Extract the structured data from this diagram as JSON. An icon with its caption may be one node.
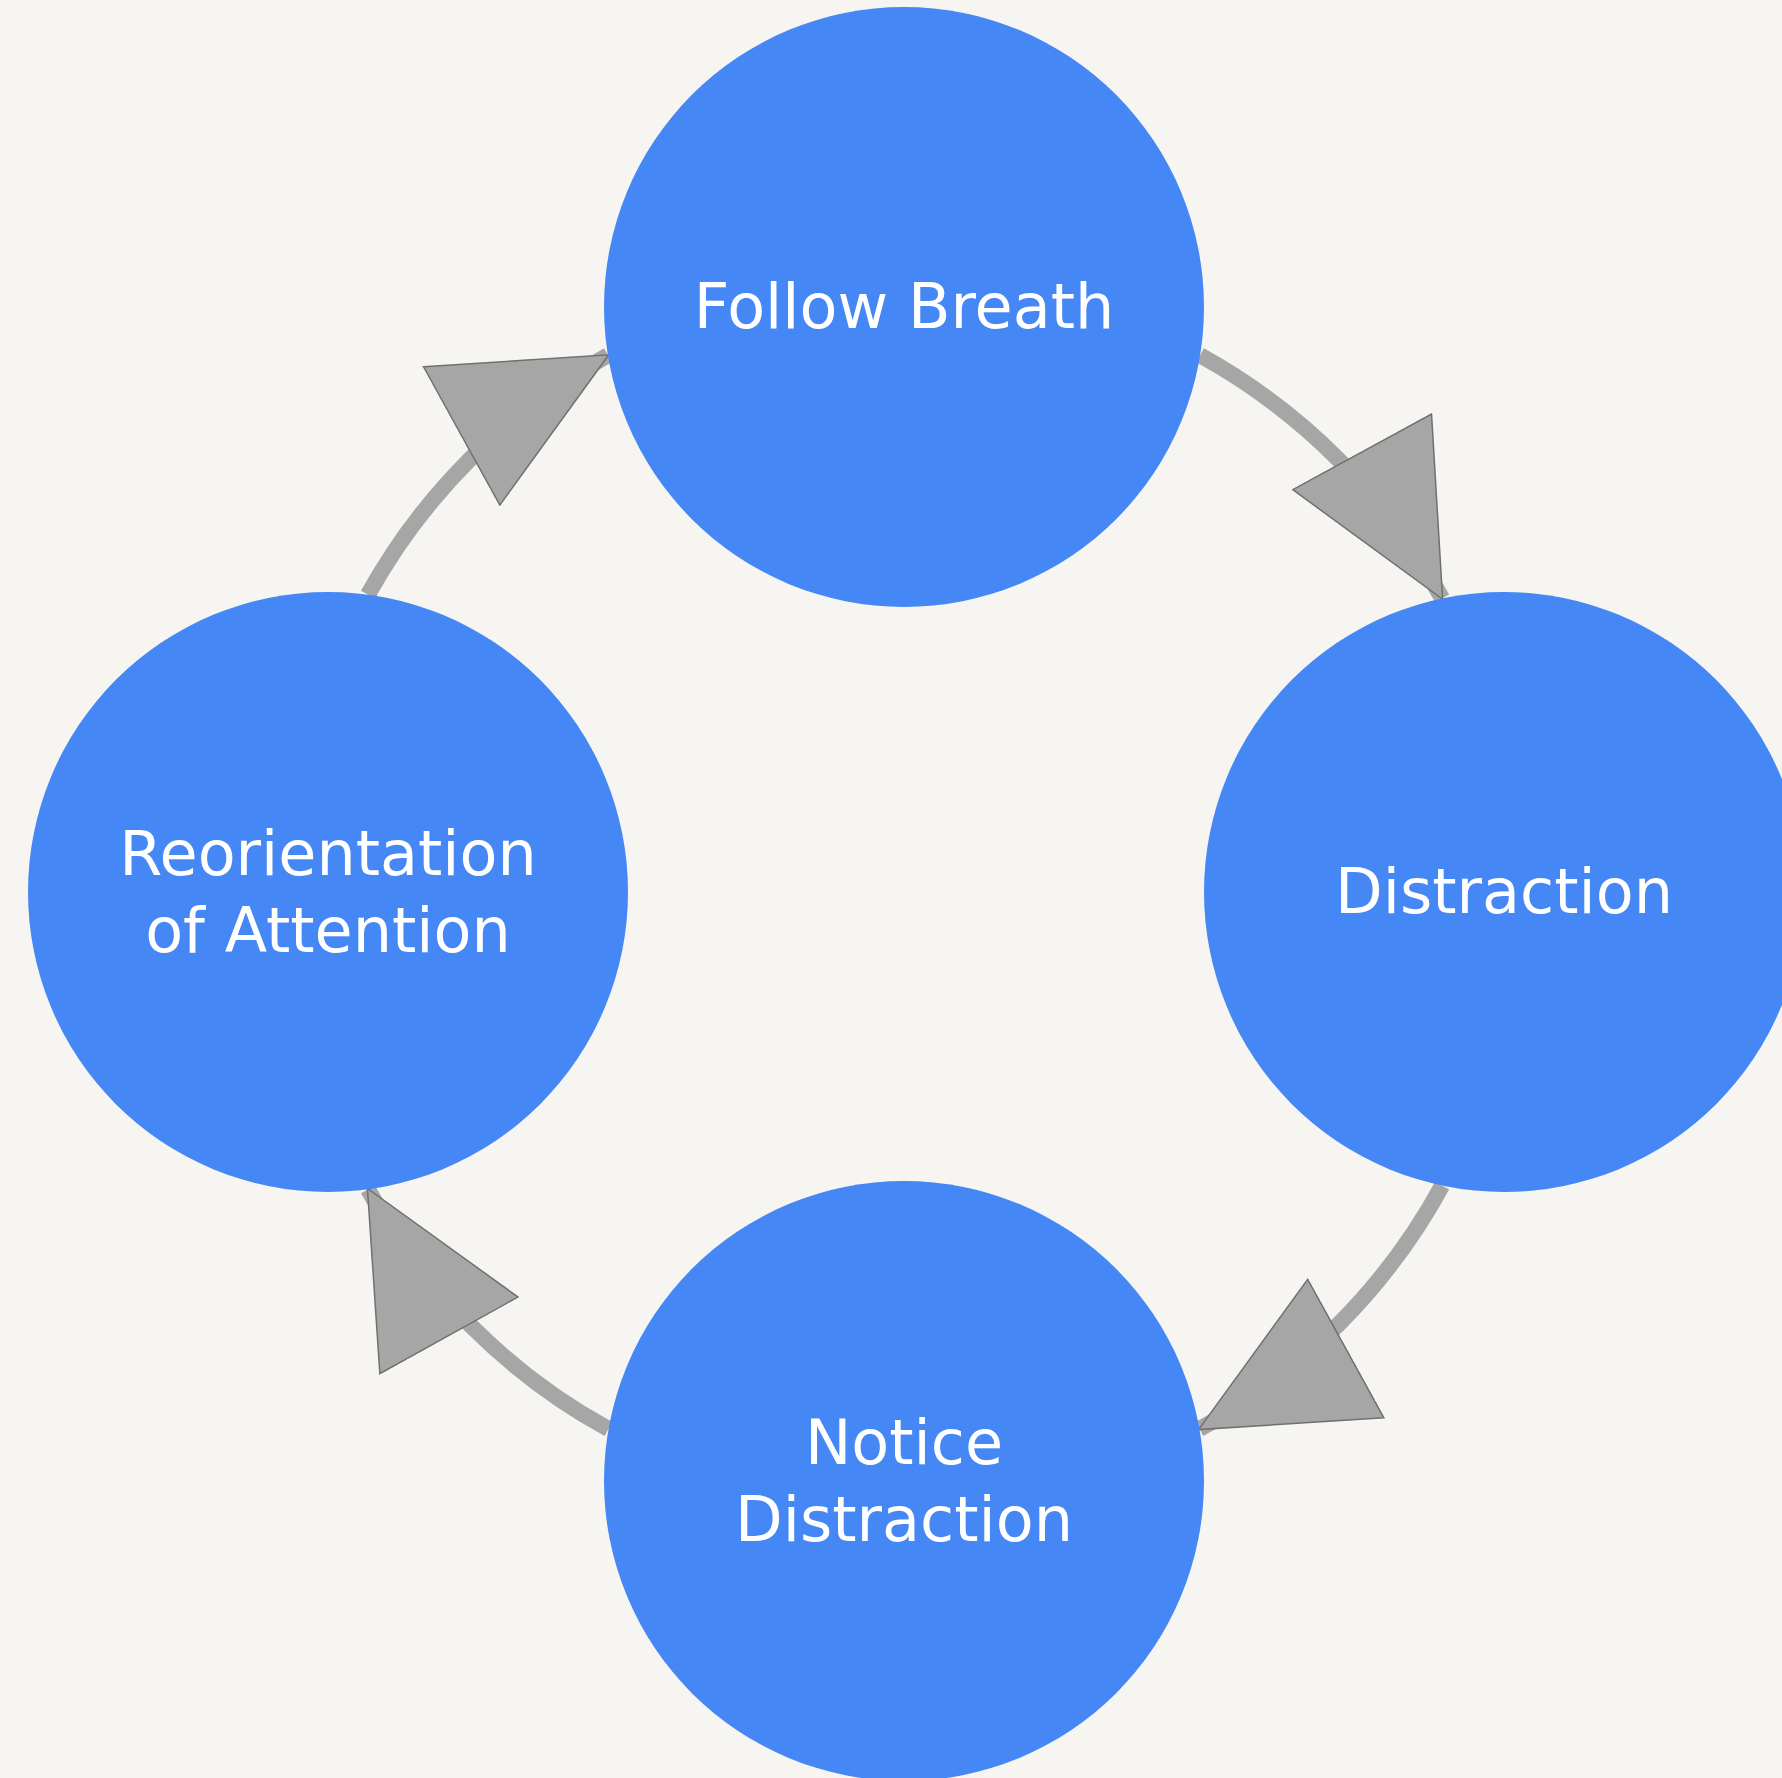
{
  "diagram": {
    "nodes": [
      {
        "text": [
          "Follow Breath"
        ]
      },
      {
        "text": [
          "Distraction"
        ]
      },
      {
        "text": [
          "Notice Distraction"
        ]
      },
      {
        "text": [
          "Reorientation of Attention"
        ]
      }
    ],
    "edges": [
      {
        "from": 0,
        "to": 1,
        "arrow": "to"
      },
      {
        "from": 1,
        "to": 2,
        "arrow": "to"
      },
      {
        "from": 2,
        "to": 3,
        "arrow": "to"
      },
      {
        "from": 3,
        "to": 0,
        "arrow": "to"
      }
    ]
  }
}
